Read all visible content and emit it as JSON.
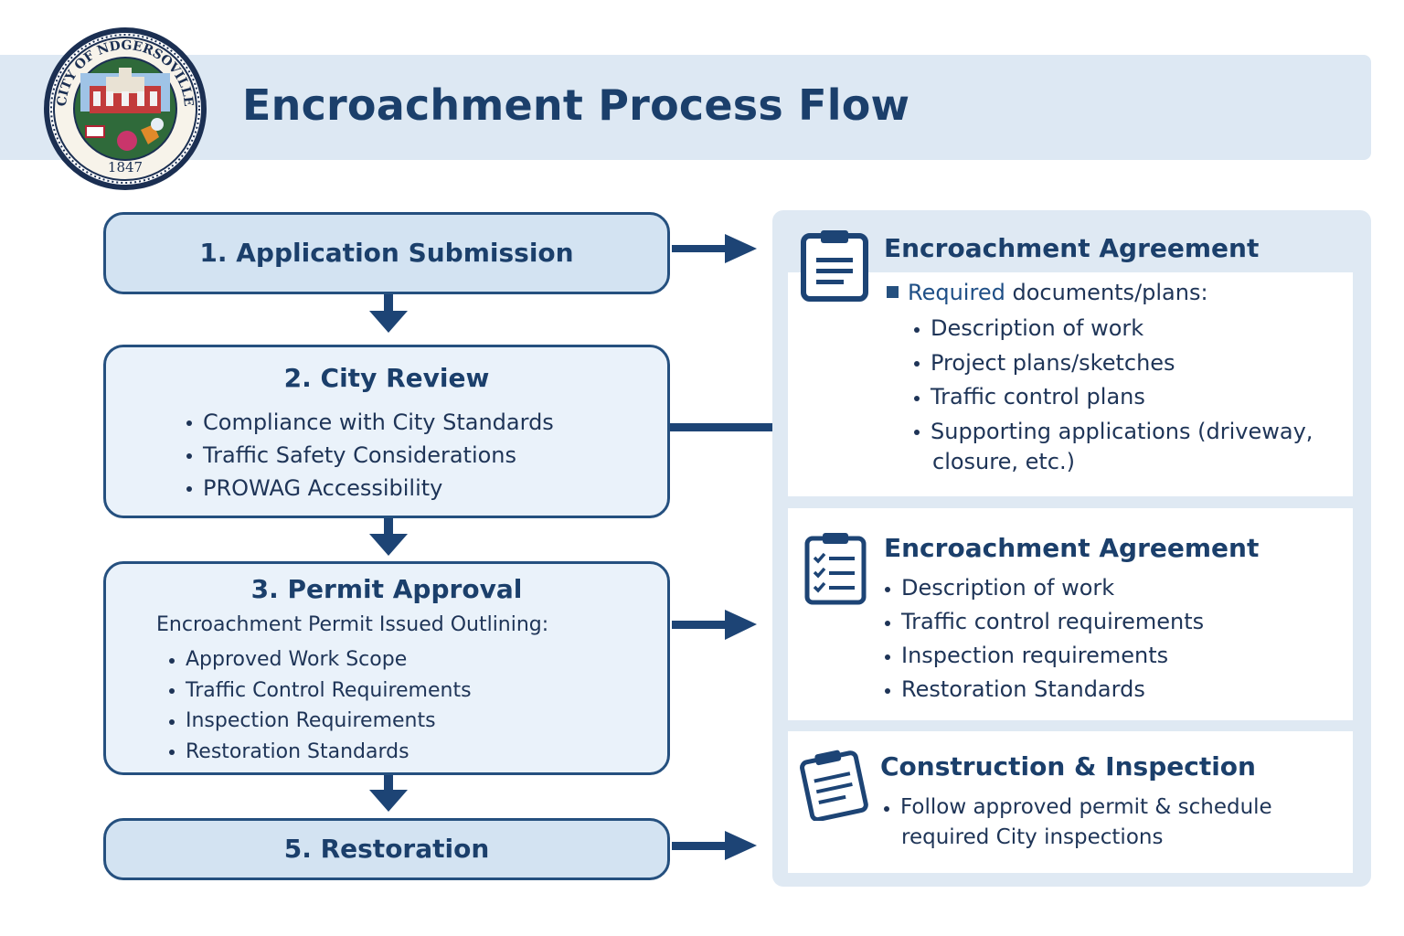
{
  "header": {
    "title": "Encroachment Process Flow",
    "seal": {
      "ring_text": "CITY OF NDGERSOVILLE",
      "year": "1847"
    }
  },
  "steps": [
    {
      "title": "1. Application Submission"
    },
    {
      "title": "2. City Review",
      "bullets": [
        "Compliance with City Standards",
        "Traffic Safety Considerations",
        "PROWAG Accessibility"
      ]
    },
    {
      "title": "3. Permit Approval",
      "intro": "Encroachment Permit Issued Outlining:",
      "bullets": [
        "Approved Work Scope",
        "Traffic Control Requirements",
        "Inspection Requirements",
        "Restoration Standards"
      ]
    },
    {
      "title": "5. Restoration"
    }
  ],
  "panels": [
    {
      "title": "Encroachment Agreement",
      "icon": "clipboard-icon",
      "lead_strong": "Required",
      "lead_rest": "documents/plans:",
      "bullets": [
        "Description of work",
        "Project plans/sketches",
        "Traffic control plans",
        "Supporting applications  (driveway,"
      ],
      "continuation": "closure, etc.)"
    },
    {
      "title": "Encroachment Agreement",
      "icon": "checklist-icon",
      "bullets": [
        "Description of work",
        "Traffic control requirements",
        "Inspection requirements",
        "Restoration Standards"
      ]
    },
    {
      "title": "Construction & Inspection",
      "icon": "clipboard-tilted-icon",
      "bullets": [
        "Follow approved permit & schedule"
      ],
      "continuation": "required City inspections"
    }
  ],
  "colors": {
    "navy": "#1b3f6b",
    "arrow": "#1d4475",
    "header_band": "#dde8f3",
    "step_fill": "#d3e3f2",
    "panel_fill": "#dfe9f3"
  }
}
